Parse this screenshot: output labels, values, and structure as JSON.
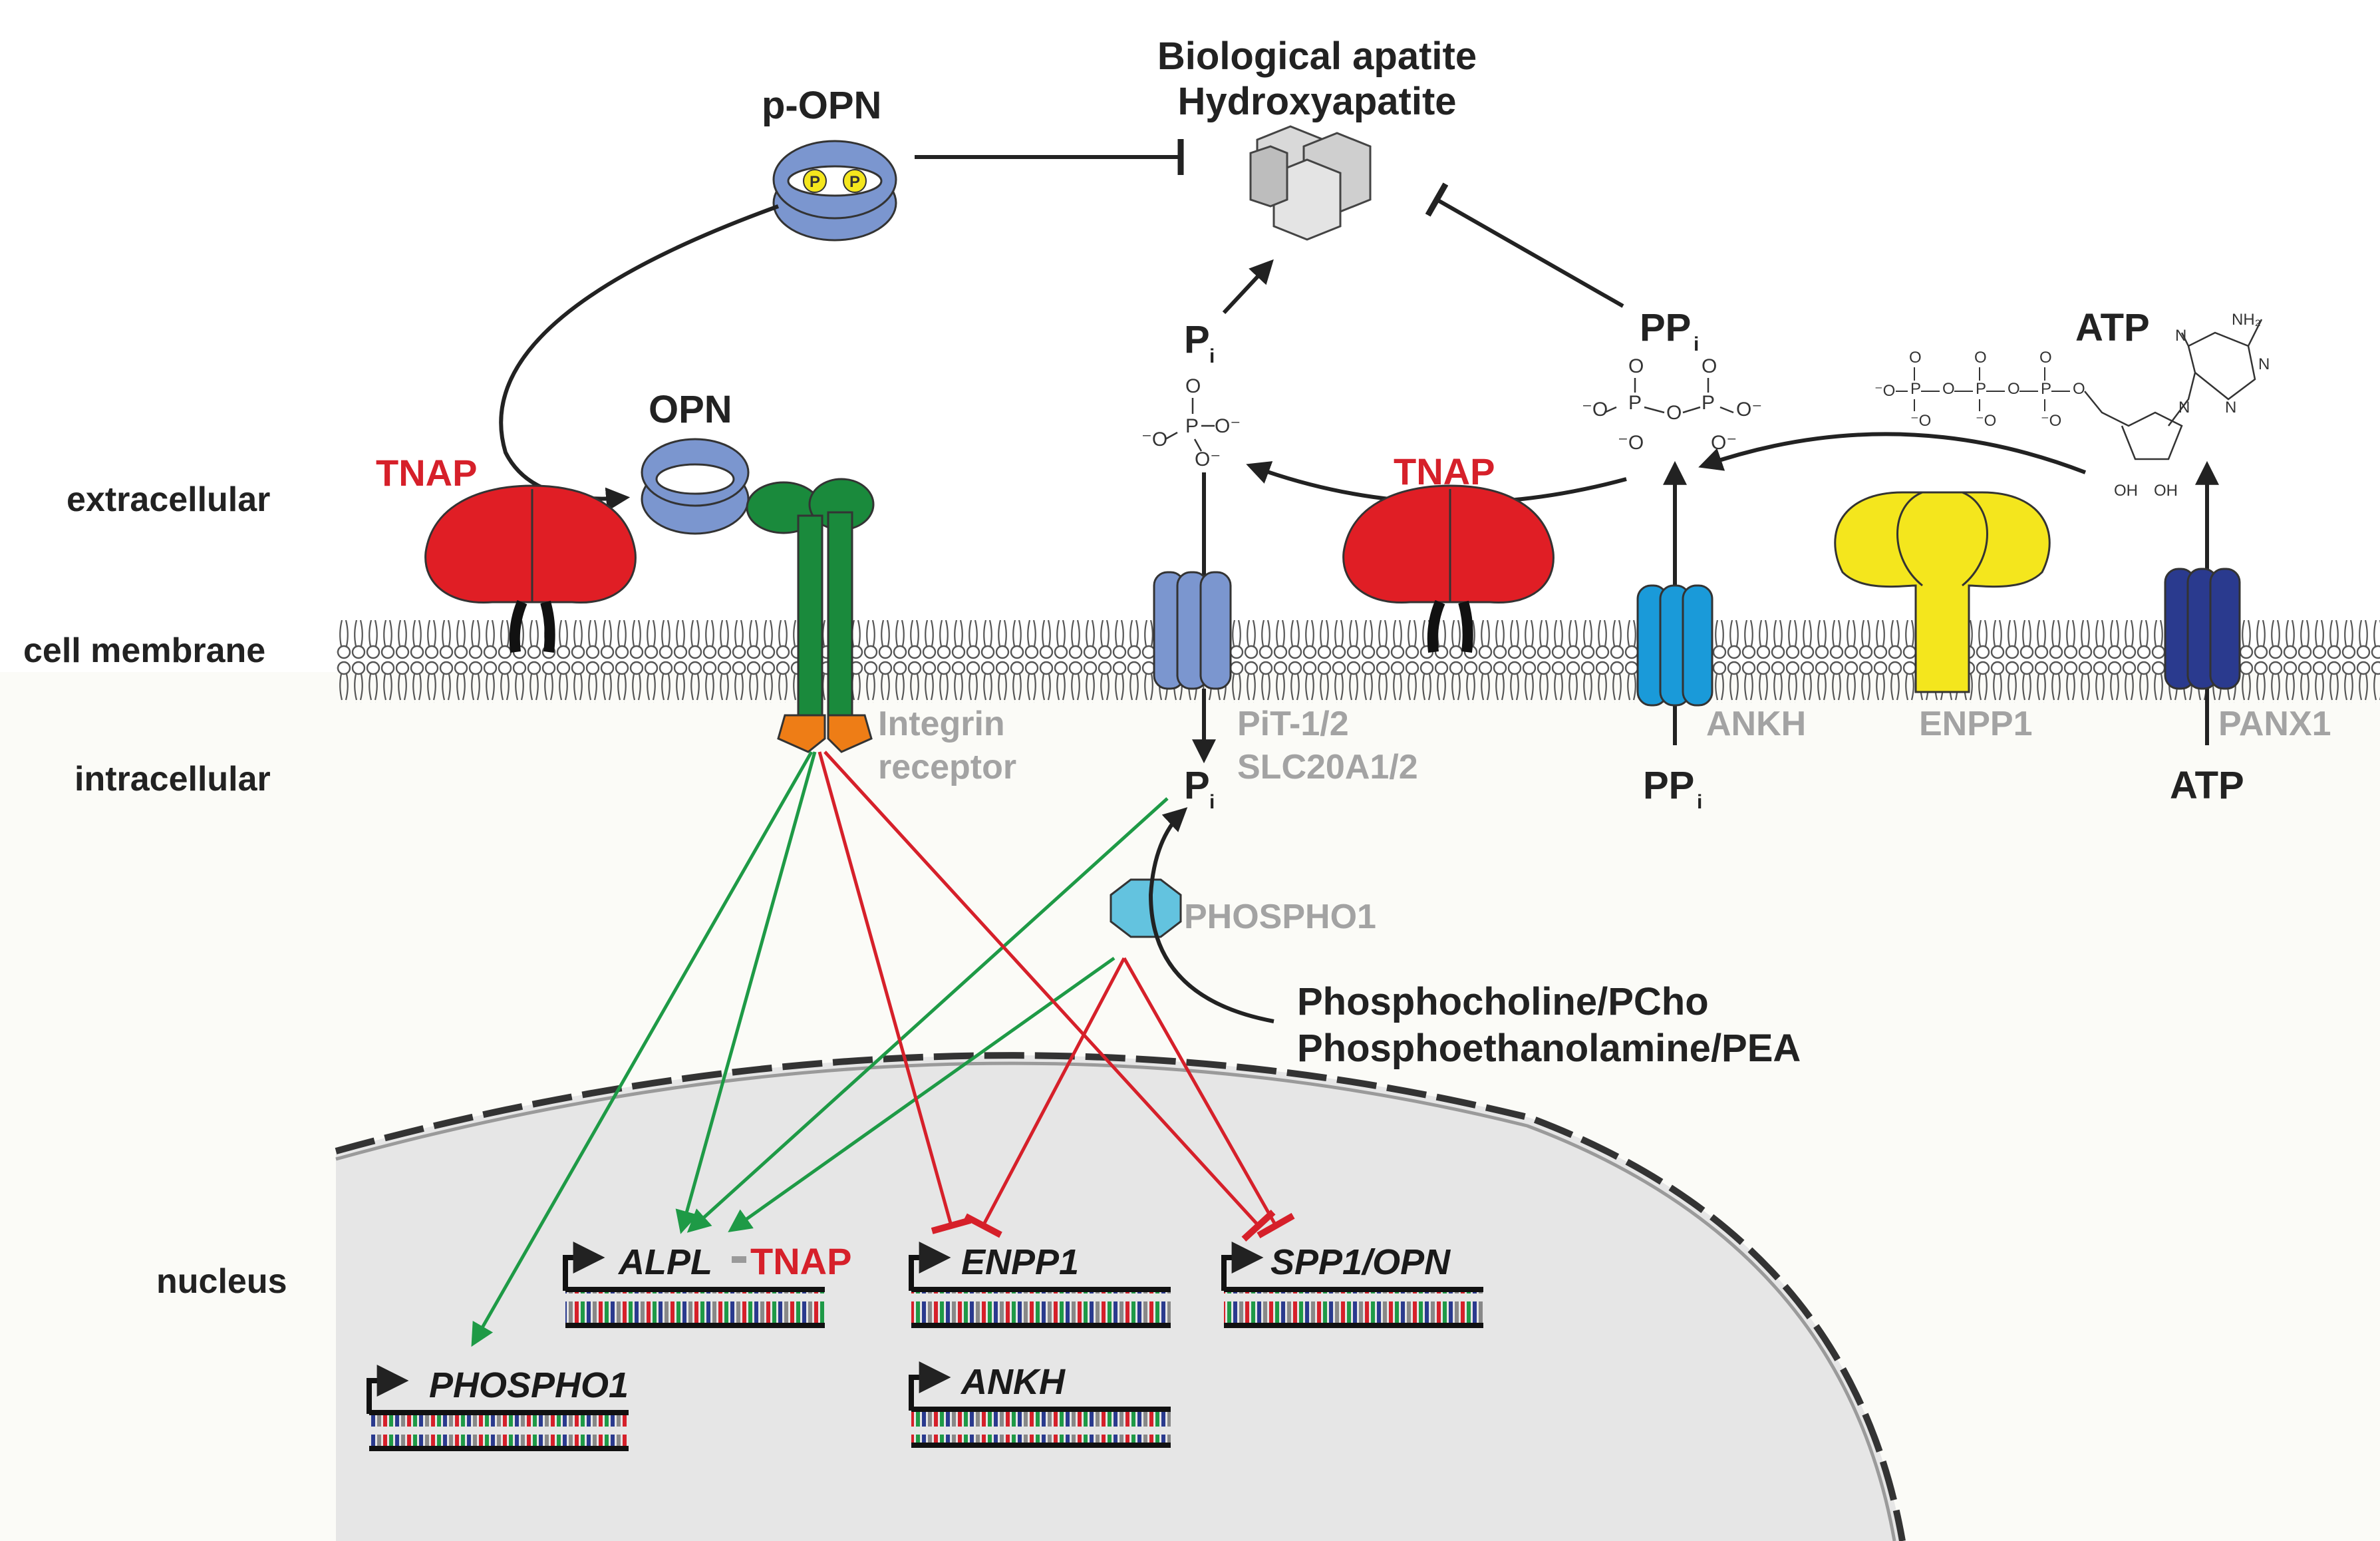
{
  "compartments": {
    "extracellular": "extracellular",
    "membrane": "cell membrane",
    "intracellular": "intracellular",
    "nucleus": "nucleus"
  },
  "extracellular": {
    "p_opn": "p-OPN",
    "phospho_mark": "P",
    "opn": "OPN",
    "tnap_left": "TNAP",
    "tnap_right": "TNAP",
    "apatite_line1": "Biological apatite",
    "apatite_line2": "Hydroxyapatite",
    "pi_label": "P",
    "pi_sub": "i",
    "ppi_label": "PP",
    "ppi_sub": "i",
    "atp_label": "ATP"
  },
  "chemistry": {
    "oxygen": "O",
    "phosphorus": "P",
    "o_minus": "O⁻",
    "minus_o": "⁻O",
    "atp_amine": "NH₂",
    "nitrogen": "N",
    "hydroxyl": "OH"
  },
  "membrane_proteins": {
    "integrin_line1": "Integrin",
    "integrin_line2": "receptor",
    "pit_line1": "PiT-1/2",
    "pit_line2": "SLC20A1/2",
    "ankh": "ANKH",
    "enpp1": "ENPP1",
    "panx1": "PANX1"
  },
  "intracellular": {
    "pi_label": "P",
    "pi_sub": "i",
    "ppi_label": "PP",
    "ppi_sub": "i",
    "atp_label": "ATP",
    "phospho1": "PHOSPHO1",
    "substrate_line1": "Phosphocholine/PCho",
    "substrate_line2": "Phosphoethanolamine/PEA"
  },
  "genes": {
    "alpl": "ALPL",
    "alpl_protein": "TNAP",
    "enpp1": "ENPP1",
    "spp1": "SPP1/OPN",
    "phospho1": "PHOSPHO1",
    "ankh": "ANKH"
  },
  "colors": {
    "tnap": "#e01e25",
    "opn": "#7b96cf",
    "integrin": "#1a8a3c",
    "integrin_tail": "#ee7d16",
    "pit": "#7b96cf",
    "ankh": "#1a9ad9",
    "enpp1": "#f4e61d",
    "panx1": "#2a3a8e",
    "phospho1": "#63c3df",
    "activation": "#1e9a46",
    "inhibition": "#d6202a",
    "nucleus_fill": "#e6e6e6"
  }
}
